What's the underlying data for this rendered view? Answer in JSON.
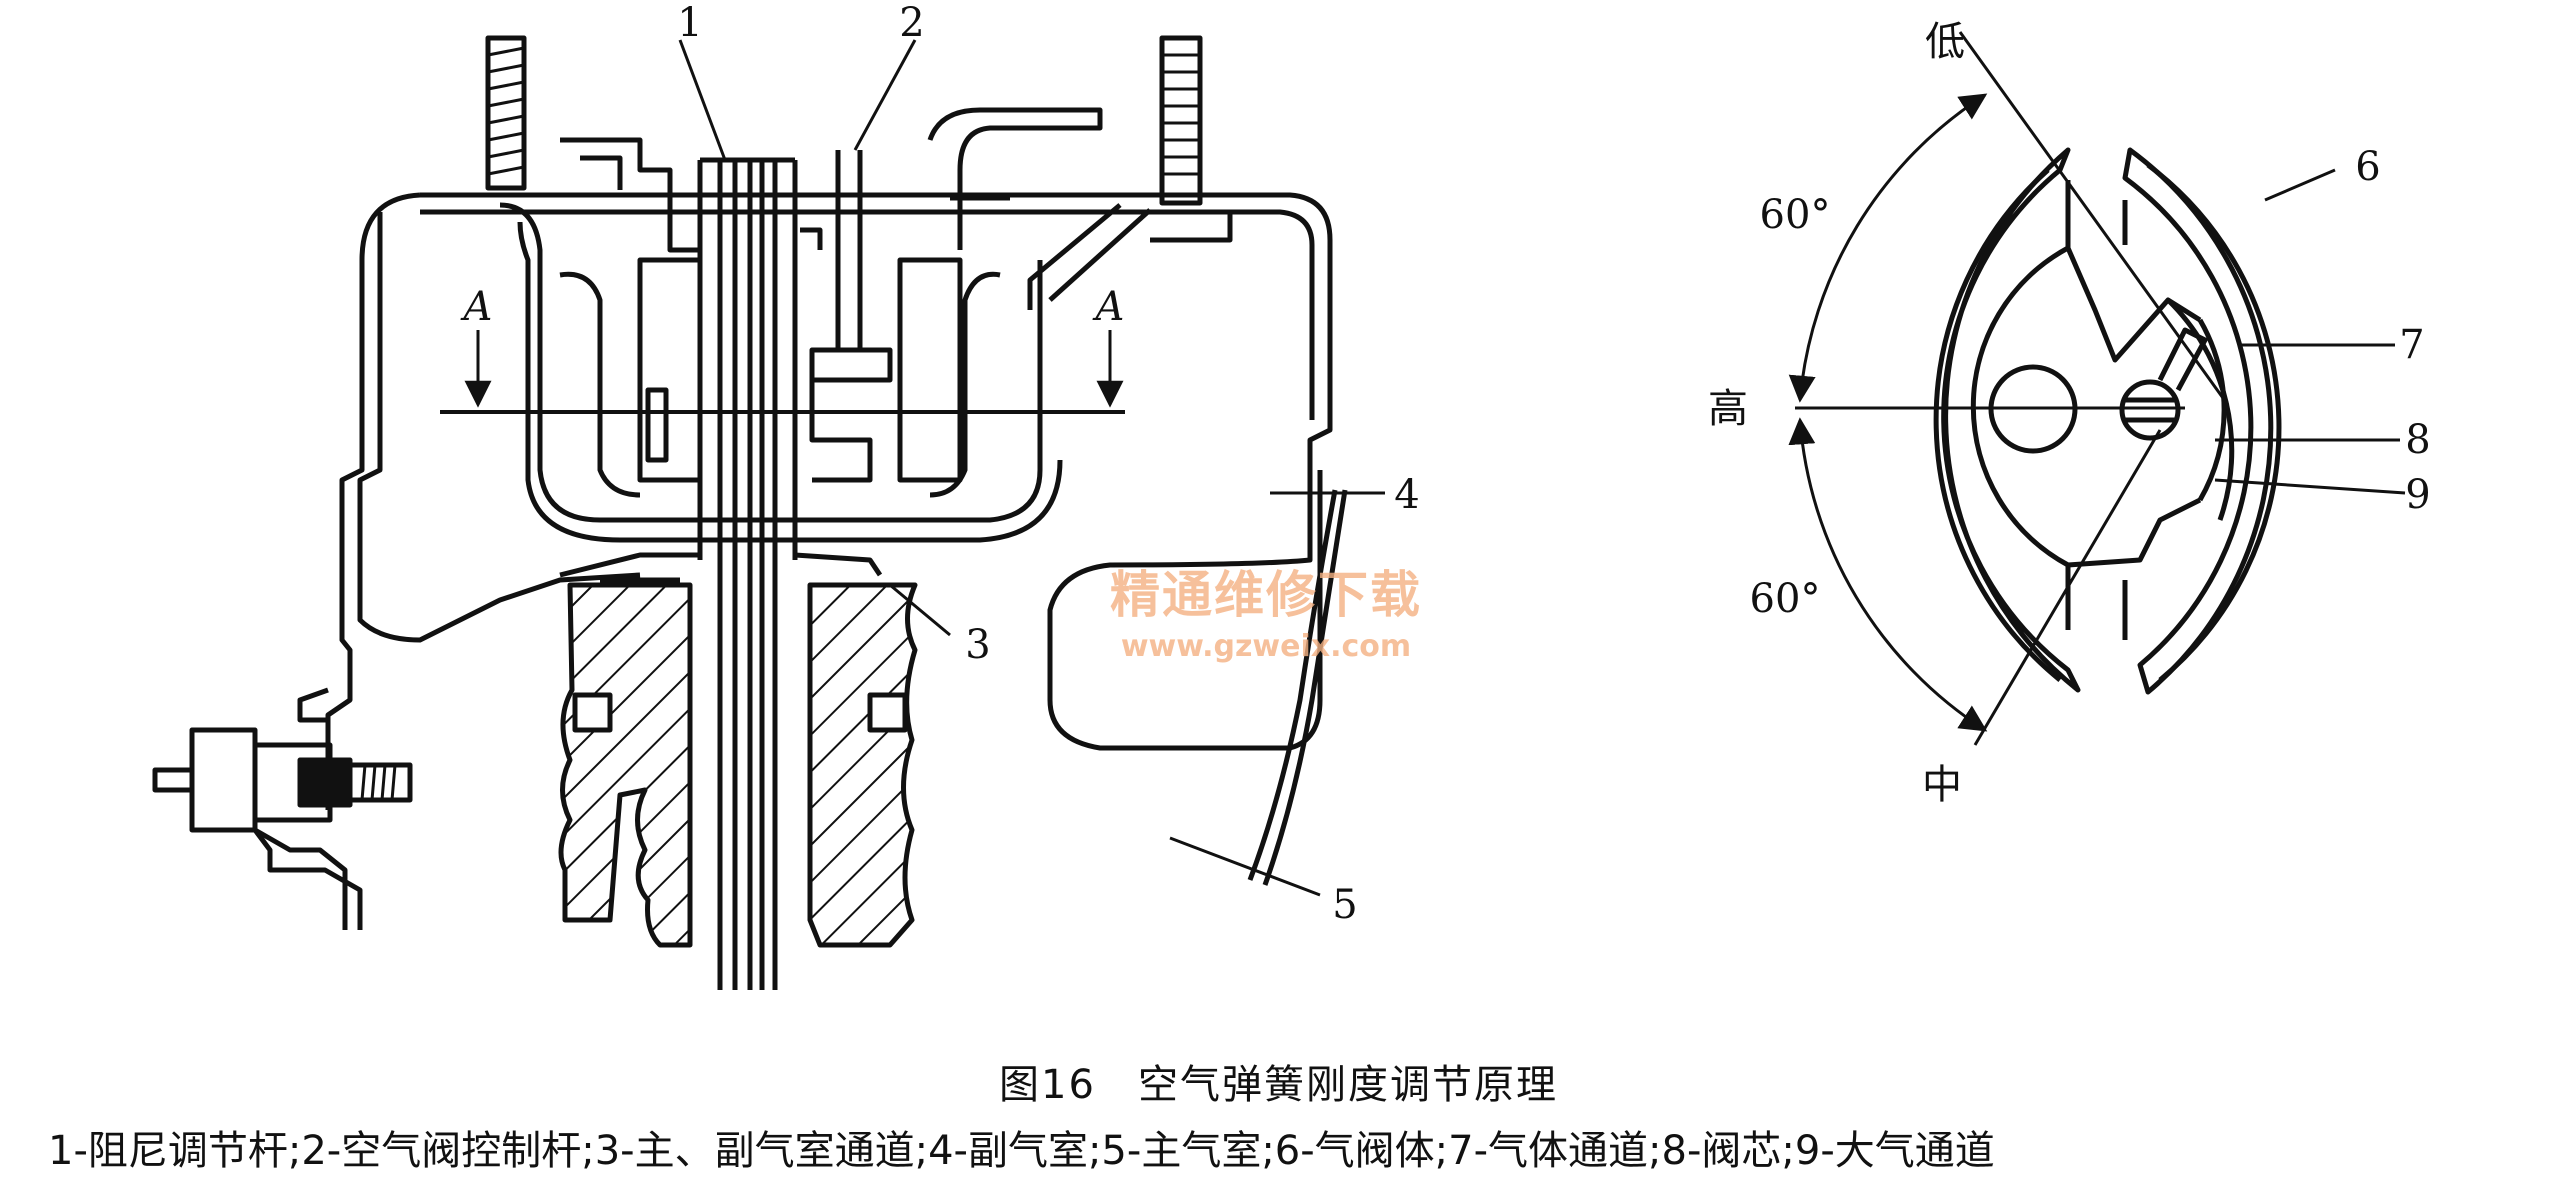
{
  "left_diagram": {
    "callouts": [
      "1",
      "2",
      "3",
      "4",
      "5"
    ],
    "section_mark": "A"
  },
  "right_diagram": {
    "callouts": [
      "6",
      "7",
      "8",
      "9"
    ],
    "positions": {
      "low": "低",
      "high": "高",
      "mid": "中"
    },
    "angle_upper": "60°",
    "angle_lower": "60°"
  },
  "watermark": {
    "line1": "精通维修下载",
    "line2": "www.gzweix.com"
  },
  "caption": {
    "title": "图16　空气弹簧刚度调节原理",
    "legend": "1-阻尼调节杆;2-空气阀控制杆;3-主、副气室通道;4-副气室;5-主气室;6-气阀体;7-气体通道;8-阀芯;9-大气通道"
  }
}
